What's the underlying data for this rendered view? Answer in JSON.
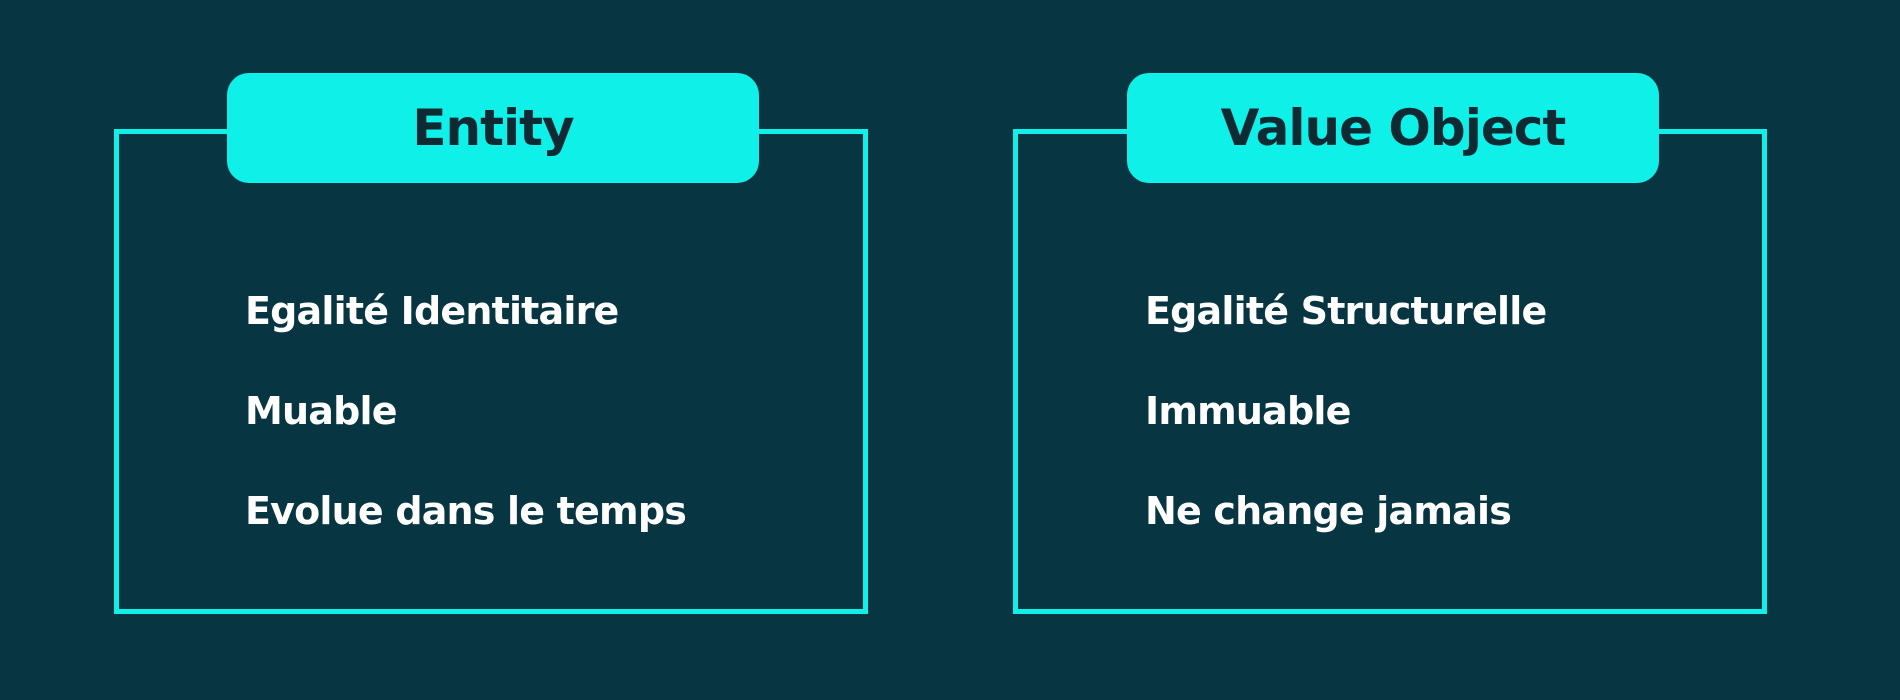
{
  "colors": {
    "background": "#073642",
    "accent": "#0ff0e8",
    "title_text": "#0f2a33",
    "item_text": "#ffffff"
  },
  "entity": {
    "title": "Entity",
    "items": [
      "Egalité Identitaire",
      "Muable",
      "Evolue dans le temps"
    ]
  },
  "value_object": {
    "title": "Value Object",
    "items": [
      "Egalité Structurelle",
      "Immuable",
      "Ne change jamais"
    ]
  }
}
